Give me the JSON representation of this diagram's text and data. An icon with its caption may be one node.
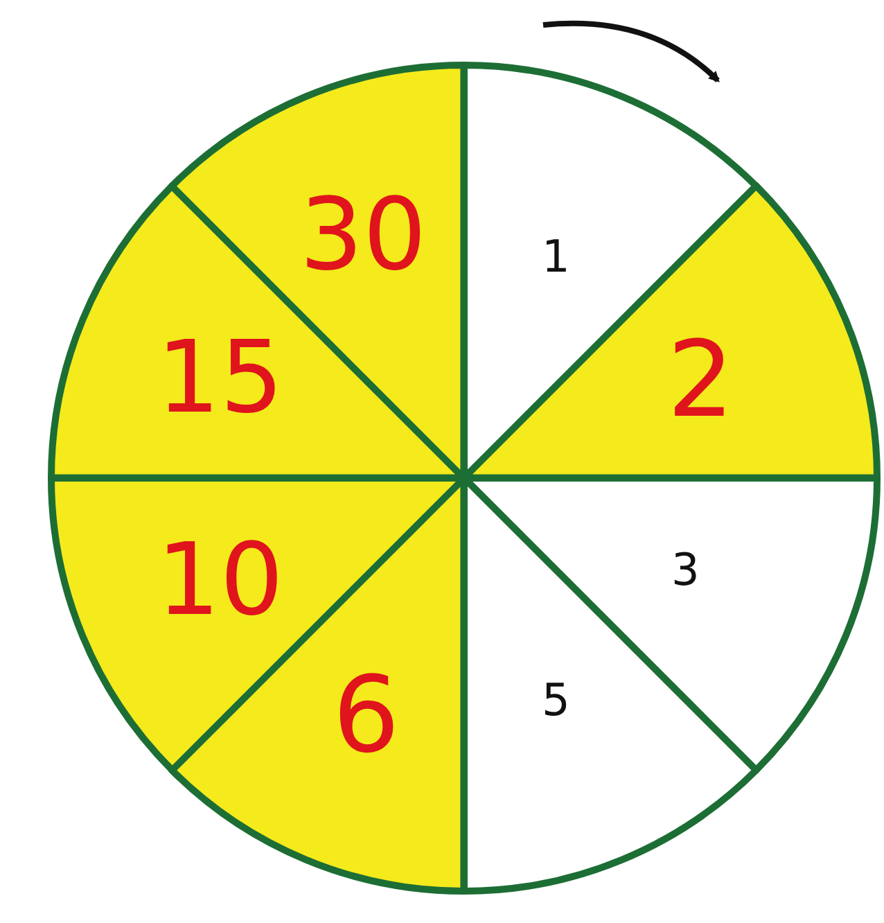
{
  "diagram": {
    "nodes": [
      {
        "text": [
          "1"
        ]
      },
      {
        "text": [
          "2"
        ]
      },
      {
        "text": [
          "3"
        ]
      },
      {
        "text": [
          "5"
        ]
      },
      {
        "text": [
          "6"
        ]
      },
      {
        "text": [
          "10"
        ]
      },
      {
        "text": [
          "15"
        ]
      },
      {
        "text": [
          "30"
        ]
      }
    ]
  }
}
